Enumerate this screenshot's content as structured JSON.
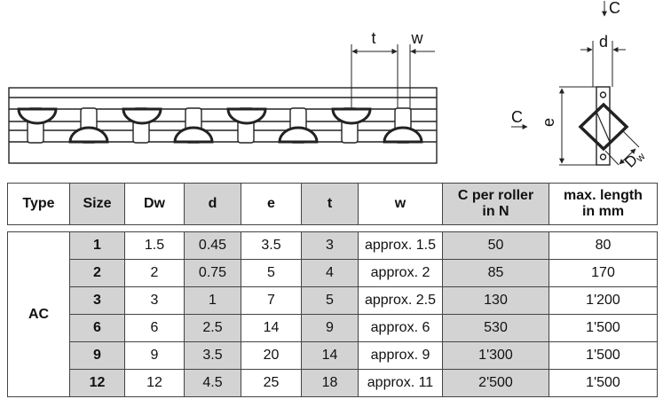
{
  "drawing": {
    "labels": {
      "t": "t",
      "w": "w",
      "c_top": "C",
      "d": "d",
      "c_side": "C",
      "e": "e",
      "dw_main": "D",
      "dw_sub": "w"
    }
  },
  "table": {
    "headers": [
      "Type",
      "Size",
      "Dw",
      "d",
      "e",
      "t",
      "w",
      "C per roller\nin N",
      "max. length\nin mm"
    ],
    "type_label": "AC",
    "rows": [
      [
        "1",
        "1.5",
        "0.45",
        "3.5",
        "3",
        "approx. 1.5",
        "50",
        "80"
      ],
      [
        "2",
        "2",
        "0.75",
        "5",
        "4",
        "approx. 2",
        "85",
        "170"
      ],
      [
        "3",
        "3",
        "1",
        "7",
        "5",
        "approx. 2.5",
        "130",
        "1'200"
      ],
      [
        "6",
        "6",
        "2.5",
        "14",
        "9",
        "approx. 6",
        "530",
        "1'500"
      ],
      [
        "9",
        "9",
        "3.5",
        "20",
        "14",
        "approx. 9",
        "1'300",
        "1'500"
      ],
      [
        "12",
        "12",
        "4.5",
        "25",
        "18",
        "approx. 11",
        "2'500",
        "1'500"
      ]
    ]
  },
  "colors": {
    "shade": "#d3d3d3",
    "line": "#222222"
  }
}
